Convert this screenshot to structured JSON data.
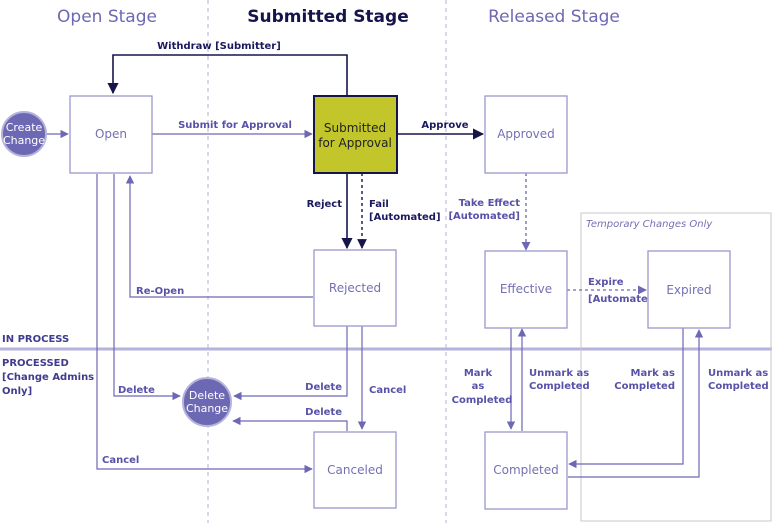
{
  "stages": {
    "open": "Open Stage",
    "submitted": "Submitted Stage",
    "released": "Released Stage"
  },
  "zones": {
    "in_process": "IN PROCESS",
    "processed_line1": "PROCESSED",
    "processed_line2": "[Change Admins",
    "processed_line3": "Only]"
  },
  "temporary_group_label": "Temporary Changes Only",
  "nodes": {
    "create_change_line1": "Create",
    "create_change_line2": "Change",
    "open": "Open",
    "submitted_line1": "Submitted",
    "submitted_line2": "for Approval",
    "approved": "Approved",
    "rejected": "Rejected",
    "effective": "Effective",
    "expired": "Expired",
    "delete_change_line1": "Delete",
    "delete_change_line2": "Change",
    "canceled": "Canceled",
    "completed": "Completed"
  },
  "edges": {
    "withdraw": "Withdraw  [Submitter]",
    "submit_for_approval": "Submit for Approval",
    "approve": "Approve",
    "reject": "Reject",
    "fail_line1": "Fail",
    "fail_line2": "[Automated]",
    "take_effect_line1": "Take Effect",
    "take_effect_line2": "[Automated]",
    "expire_line1": "Expire",
    "expire_line2": "[Automated]",
    "re_open": "Re-Open",
    "delete_from_open": "Delete",
    "delete_from_rejected": "Delete",
    "delete_from_canceled": "Delete",
    "cancel_from_rejected": "Cancel",
    "cancel_from_open": "Cancel",
    "mark_completed_effective_line1": "Mark",
    "mark_completed_effective_line2": "as",
    "mark_completed_effective_line3": "Completed",
    "unmark_completed_effective_line1": "Unmark as",
    "unmark_completed_effective_line2": "Completed",
    "mark_completed_expired_line1": "Mark as",
    "mark_completed_expired_line2": "Completed",
    "unmark_completed_expired_line1": "Unmark as",
    "unmark_completed_expired_line2": "Completed"
  },
  "colors": {
    "accent": "#6d68b3",
    "dark": "#16154a",
    "submitted_fill": "#c2c62a",
    "circle_fill": "#6d68b3",
    "divider": "#b5b2dc"
  }
}
